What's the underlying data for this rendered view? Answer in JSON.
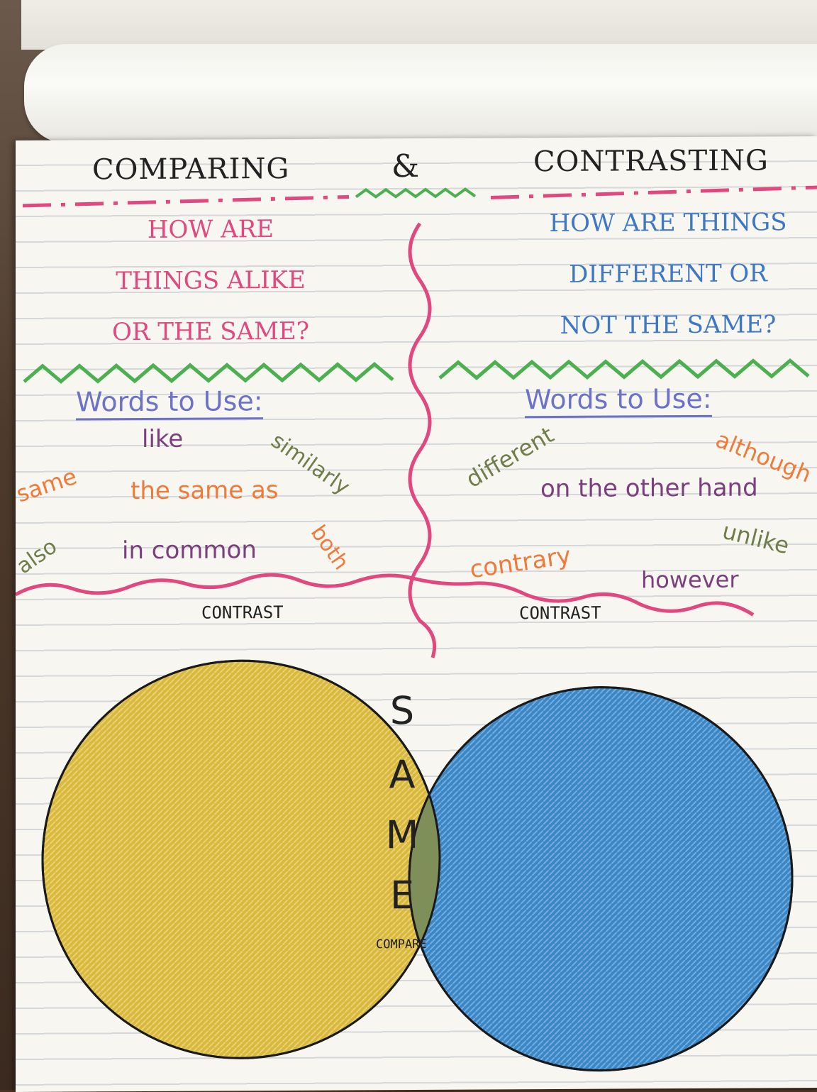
{
  "title": {
    "left": "COMPARING",
    "amp": "&",
    "right": "CONTRASTING"
  },
  "compare_question": [
    "HOW ARE",
    "THINGS ALIKE",
    "OR THE SAME?"
  ],
  "contrast_question": [
    "HOW ARE THINGS",
    "DIFFERENT OR",
    "NOT THE SAME?"
  ],
  "compare_words_heading": "Words to Use:",
  "contrast_words_heading": "Words to Use:",
  "compare_words": [
    "like",
    "similarly",
    "same",
    "the same as",
    "also",
    "in common",
    "both"
  ],
  "contrast_words": [
    "different",
    "although",
    "on the other hand",
    "contrary",
    "unlike",
    "however"
  ],
  "venn": {
    "left_label": "CONTRAST",
    "right_label": "CONTRAST",
    "center_letters": [
      "S",
      "A",
      "M",
      "E"
    ],
    "center_label": "COMPARE",
    "left_color": "#d9b83a",
    "right_color": "#3b86c4"
  },
  "colors": {
    "pink": "#e0487f",
    "green": "#4caf50",
    "blue": "#3f78c2",
    "orange": "#ef7a3a",
    "olive": "#6e7d4a",
    "purple": "#7b3f7d"
  }
}
